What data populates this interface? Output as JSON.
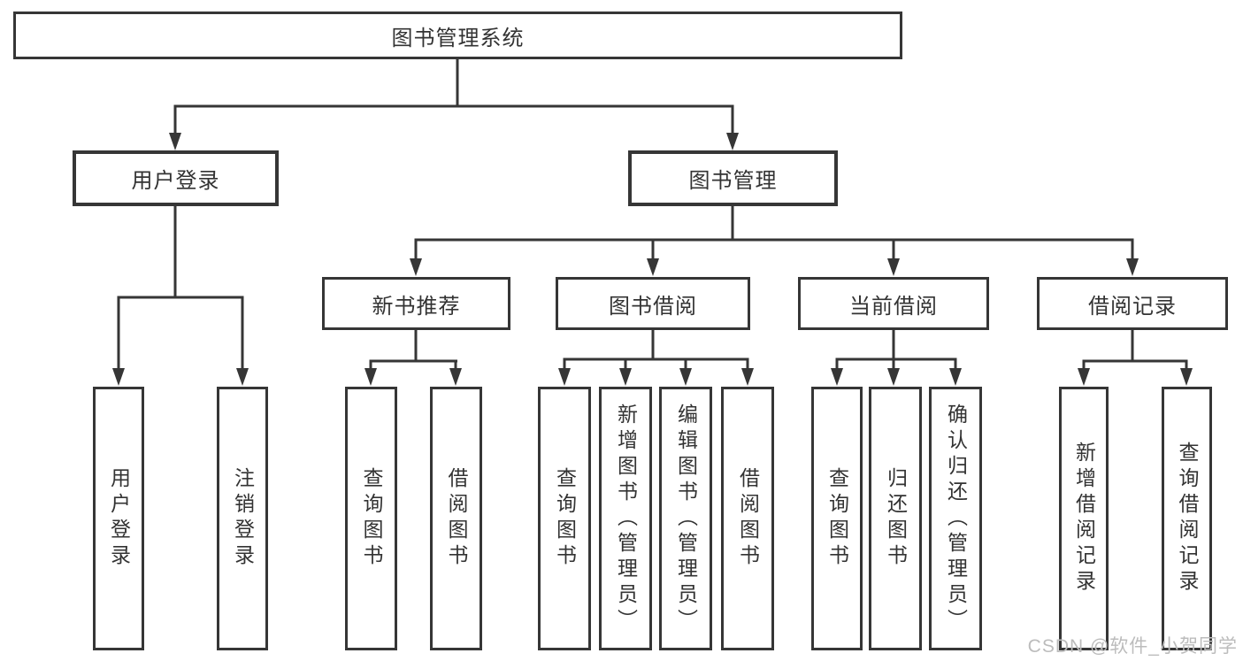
{
  "diagram": {
    "title": "图书管理系统",
    "modules": [
      {
        "label": "用户登录",
        "children": [
          "用户登录",
          "注销登录"
        ]
      },
      {
        "label": "图书管理",
        "submodules": [
          {
            "label": "新书推荐",
            "children": [
              "查询图书",
              "借阅图书"
            ]
          },
          {
            "label": "图书借阅",
            "children": [
              "查询图书",
              "新增图书（管理员）",
              "编辑图书（管理员）",
              "借阅图书"
            ]
          },
          {
            "label": "当前借阅",
            "children": [
              "查询图书",
              "归还图书",
              "确认归还（管理员）"
            ]
          },
          {
            "label": "借阅记录",
            "children": [
              "新增借阅记录",
              "查询借阅记录"
            ]
          }
        ]
      }
    ]
  },
  "watermark": {
    "text": "CSDN @软件_小贺同学"
  },
  "colors": {
    "line": "#363636",
    "border": "#363636",
    "text": "#333333",
    "watermark": "#bcbcbc",
    "background": "#ffffff"
  }
}
